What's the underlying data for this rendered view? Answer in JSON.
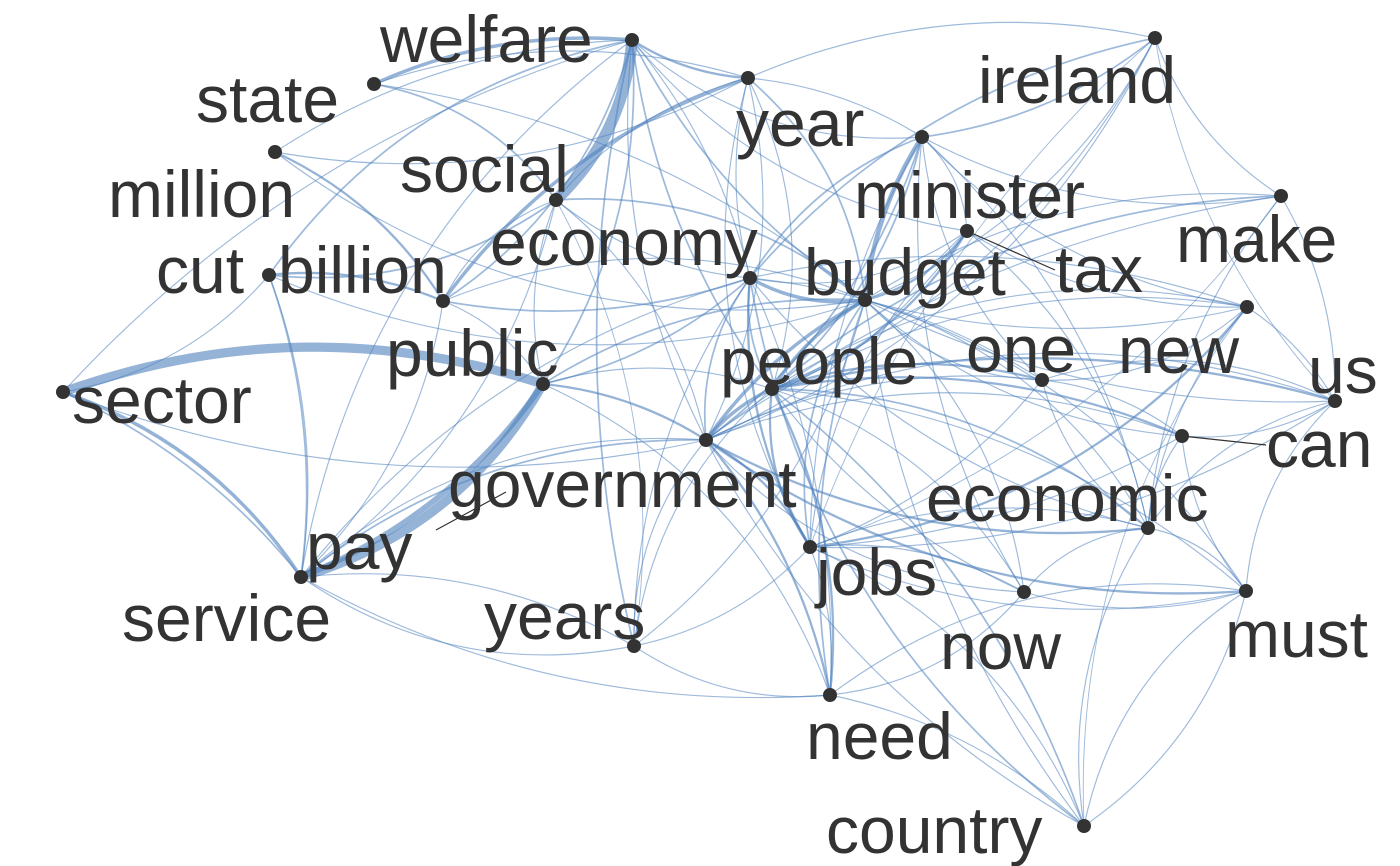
{
  "colors": {
    "edge": "#4f81bd",
    "node": "#333333",
    "label": "#333333",
    "background": "#ffffff"
  },
  "nodes": [
    {
      "id": "welfare",
      "label": "welfare"
    },
    {
      "id": "state",
      "label": "state"
    },
    {
      "id": "year",
      "label": "year"
    },
    {
      "id": "ireland",
      "label": "ireland"
    },
    {
      "id": "million",
      "label": "million"
    },
    {
      "id": "social",
      "label": "social"
    },
    {
      "id": "minister",
      "label": "minister"
    },
    {
      "id": "make",
      "label": "make"
    },
    {
      "id": "economy",
      "label": "economy"
    },
    {
      "id": "tax",
      "label": "tax"
    },
    {
      "id": "cut",
      "label": "cut"
    },
    {
      "id": "billion",
      "label": "billion"
    },
    {
      "id": "budget",
      "label": "budget"
    },
    {
      "id": "new",
      "label": "new"
    },
    {
      "id": "public",
      "label": "public"
    },
    {
      "id": "people",
      "label": "people"
    },
    {
      "id": "one",
      "label": "one"
    },
    {
      "id": "us",
      "label": "us"
    },
    {
      "id": "sector",
      "label": "sector"
    },
    {
      "id": "can",
      "label": "can"
    },
    {
      "id": "government",
      "label": "government"
    },
    {
      "id": "economic",
      "label": "economic"
    },
    {
      "id": "pay",
      "label": "pay"
    },
    {
      "id": "jobs",
      "label": "jobs"
    },
    {
      "id": "now",
      "label": "now"
    },
    {
      "id": "must",
      "label": "must"
    },
    {
      "id": "service",
      "label": "service"
    },
    {
      "id": "years",
      "label": "years"
    },
    {
      "id": "need",
      "label": "need"
    },
    {
      "id": "country",
      "label": "country"
    }
  ],
  "edges": [
    {
      "source": "social",
      "target": "welfare",
      "weight": 10
    },
    {
      "source": "public",
      "target": "sector",
      "weight": 8
    },
    {
      "source": "public",
      "target": "service",
      "weight": 8
    },
    {
      "source": "pay",
      "target": "public",
      "weight": 5
    },
    {
      "source": "service",
      "target": "sector",
      "weight": 3
    },
    {
      "source": "budget",
      "target": "minister",
      "weight": 4
    },
    {
      "source": "people",
      "target": "budget",
      "weight": 3
    },
    {
      "source": "government",
      "target": "people",
      "weight": 3
    },
    {
      "source": "government",
      "target": "budget",
      "weight": 3
    },
    {
      "source": "economy",
      "target": "budget",
      "weight": 3
    },
    {
      "source": "welfare",
      "target": "state",
      "weight": 3
    },
    {
      "source": "welfare",
      "target": "year",
      "weight": 2
    },
    {
      "source": "billion",
      "target": "cut",
      "weight": 2
    },
    {
      "source": "billion",
      "target": "million",
      "weight": 2
    },
    {
      "source": "billion",
      "target": "year",
      "weight": 3
    },
    {
      "source": "tax",
      "target": "budget",
      "weight": 2
    },
    {
      "source": "tax",
      "target": "people",
      "weight": 2
    },
    {
      "source": "economic",
      "target": "government",
      "weight": 2
    },
    {
      "source": "jobs",
      "target": "economy",
      "weight": 2
    },
    {
      "source": "jobs",
      "target": "government",
      "weight": 2
    },
    {
      "source": "need",
      "target": "people",
      "weight": 2
    },
    {
      "source": "need",
      "target": "government",
      "weight": 2
    },
    {
      "source": "one",
      "target": "people",
      "weight": 2
    },
    {
      "source": "new",
      "target": "jobs",
      "weight": 2
    },
    {
      "source": "us",
      "target": "people",
      "weight": 2
    },
    {
      "source": "can",
      "target": "people",
      "weight": 2
    },
    {
      "source": "must",
      "target": "government",
      "weight": 2
    },
    {
      "source": "make",
      "target": "people",
      "weight": 1.5
    },
    {
      "source": "ireland",
      "target": "economy",
      "weight": 1.5
    },
    {
      "source": "ireland",
      "target": "minister",
      "weight": 1.5
    },
    {
      "source": "country",
      "target": "economy",
      "weight": 1.5
    },
    {
      "source": "country",
      "target": "people",
      "weight": 1.5
    },
    {
      "source": "years",
      "target": "welfare",
      "weight": 1.5
    },
    {
      "source": "years",
      "target": "budget",
      "weight": 1
    },
    {
      "source": "now",
      "target": "budget",
      "weight": 1
    },
    {
      "source": "now",
      "target": "people",
      "weight": 1
    },
    {
      "source": "state",
      "target": "social",
      "weight": 1.5
    },
    {
      "source": "state",
      "target": "budget",
      "weight": 1
    },
    {
      "source": "state",
      "target": "year",
      "weight": 1
    },
    {
      "source": "million",
      "target": "budget",
      "weight": 1
    },
    {
      "source": "million",
      "target": "year",
      "weight": 1
    },
    {
      "source": "million",
      "target": "welfare",
      "weight": 1
    },
    {
      "source": "cut",
      "target": "social",
      "weight": 1.5
    },
    {
      "source": "cut",
      "target": "welfare",
      "weight": 1.5
    },
    {
      "source": "cut",
      "target": "budget",
      "weight": 1
    },
    {
      "source": "cut",
      "target": "pay",
      "weight": 1.5
    },
    {
      "source": "cut",
      "target": "sector",
      "weight": 1
    },
    {
      "source": "sector",
      "target": "government",
      "weight": 1
    },
    {
      "source": "sector",
      "target": "welfare",
      "weight": 1
    },
    {
      "source": "sector",
      "target": "pay",
      "weight": 1.5
    },
    {
      "source": "service",
      "target": "government",
      "weight": 1.5
    },
    {
      "source": "service",
      "target": "years",
      "weight": 1
    },
    {
      "source": "service",
      "target": "need",
      "weight": 1
    },
    {
      "source": "service",
      "target": "cut",
      "weight": 1
    },
    {
      "source": "public",
      "target": "government",
      "weight": 2
    },
    {
      "source": "public",
      "target": "economy",
      "weight": 1.5
    },
    {
      "source": "public",
      "target": "budget",
      "weight": 1.5
    },
    {
      "source": "public",
      "target": "welfare",
      "weight": 1.5
    },
    {
      "source": "public",
      "target": "social",
      "weight": 1
    },
    {
      "source": "public",
      "target": "people",
      "weight": 1
    },
    {
      "source": "billion",
      "target": "social",
      "weight": 1
    },
    {
      "source": "billion",
      "target": "economy",
      "weight": 1.5
    },
    {
      "source": "billion",
      "target": "budget",
      "weight": 1
    },
    {
      "source": "billion",
      "target": "welfare",
      "weight": 1.5
    },
    {
      "source": "billion",
      "target": "public",
      "weight": 1
    },
    {
      "source": "social",
      "target": "economy",
      "weight": 1
    },
    {
      "source": "social",
      "target": "budget",
      "weight": 1.5
    },
    {
      "source": "social",
      "target": "year",
      "weight": 1
    },
    {
      "source": "social",
      "target": "government",
      "weight": 1
    },
    {
      "source": "welfare",
      "target": "budget",
      "weight": 1.5
    },
    {
      "source": "welfare",
      "target": "minister",
      "weight": 1
    },
    {
      "source": "welfare",
      "target": "people",
      "weight": 1.5
    },
    {
      "source": "welfare",
      "target": "economy",
      "weight": 1
    },
    {
      "source": "welfare",
      "target": "government",
      "weight": 1
    },
    {
      "source": "welfare",
      "target": "tax",
      "weight": 1
    },
    {
      "source": "year",
      "target": "budget",
      "weight": 1.5
    },
    {
      "source": "year",
      "target": "minister",
      "weight": 1
    },
    {
      "source": "year",
      "target": "economy",
      "weight": 1
    },
    {
      "source": "year",
      "target": "people",
      "weight": 1
    },
    {
      "source": "year",
      "target": "jobs",
      "weight": 1
    },
    {
      "source": "year",
      "target": "government",
      "weight": 1
    },
    {
      "source": "year",
      "target": "ireland",
      "weight": 1
    },
    {
      "source": "ireland",
      "target": "people",
      "weight": 1
    },
    {
      "source": "ireland",
      "target": "budget",
      "weight": 1
    },
    {
      "source": "ireland",
      "target": "make",
      "weight": 1
    },
    {
      "source": "ireland",
      "target": "us",
      "weight": 0.8
    },
    {
      "source": "ireland",
      "target": "government",
      "weight": 1
    },
    {
      "source": "ireland",
      "target": "jobs",
      "weight": 0.8
    },
    {
      "source": "minister",
      "target": "tax",
      "weight": 1
    },
    {
      "source": "minister",
      "target": "people",
      "weight": 1.5
    },
    {
      "source": "minister",
      "target": "government",
      "weight": 1.5
    },
    {
      "source": "minister",
      "target": "economy",
      "weight": 1.5
    },
    {
      "source": "minister",
      "target": "make",
      "weight": 1
    },
    {
      "source": "minister",
      "target": "new",
      "weight": 1
    },
    {
      "source": "minister",
      "target": "one",
      "weight": 1
    },
    {
      "source": "minister",
      "target": "economic",
      "weight": 1
    },
    {
      "source": "minister",
      "target": "now",
      "weight": 1
    },
    {
      "source": "minister",
      "target": "jobs",
      "weight": 1
    },
    {
      "source": "make",
      "target": "budget",
      "weight": 1
    },
    {
      "source": "make",
      "target": "government",
      "weight": 1
    },
    {
      "source": "make",
      "target": "economic",
      "weight": 1
    },
    {
      "source": "make",
      "target": "us",
      "weight": 1
    },
    {
      "source": "make",
      "target": "jobs",
      "weight": 0.8
    },
    {
      "source": "economy",
      "target": "people",
      "weight": 1.5
    },
    {
      "source": "economy",
      "target": "government",
      "weight": 1.5
    },
    {
      "source": "economy",
      "target": "economic",
      "weight": 1
    },
    {
      "source": "economy",
      "target": "new",
      "weight": 1
    },
    {
      "source": "economy",
      "target": "one",
      "weight": 1
    },
    {
      "source": "economy",
      "target": "need",
      "weight": 1
    },
    {
      "source": "economy",
      "target": "tax",
      "weight": 1
    },
    {
      "source": "tax",
      "target": "government",
      "weight": 1
    },
    {
      "source": "tax",
      "target": "economic",
      "weight": 1
    },
    {
      "source": "tax",
      "target": "jobs",
      "weight": 1
    },
    {
      "source": "tax",
      "target": "new",
      "weight": 1
    },
    {
      "source": "budget",
      "target": "jobs",
      "weight": 1.5
    },
    {
      "source": "budget",
      "target": "economic",
      "weight": 1
    },
    {
      "source": "budget",
      "target": "one",
      "weight": 1
    },
    {
      "source": "budget",
      "target": "new",
      "weight": 1
    },
    {
      "source": "budget",
      "target": "must",
      "weight": 1
    },
    {
      "source": "budget",
      "target": "can",
      "weight": 1
    },
    {
      "source": "budget",
      "target": "need",
      "weight": 1.5
    },
    {
      "source": "budget",
      "target": "country",
      "weight": 1
    },
    {
      "source": "budget",
      "target": "us",
      "weight": 1
    },
    {
      "source": "new",
      "target": "people",
      "weight": 1
    },
    {
      "source": "new",
      "target": "government",
      "weight": 1
    },
    {
      "source": "new",
      "target": "economic",
      "weight": 1
    },
    {
      "source": "new",
      "target": "one",
      "weight": 1
    },
    {
      "source": "new",
      "target": "us",
      "weight": 1
    },
    {
      "source": "one",
      "target": "government",
      "weight": 1
    },
    {
      "source": "one",
      "target": "jobs",
      "weight": 1
    },
    {
      "source": "one",
      "target": "economic",
      "weight": 1
    },
    {
      "source": "one",
      "target": "us",
      "weight": 1
    },
    {
      "source": "one",
      "target": "can",
      "weight": 1
    },
    {
      "source": "us",
      "target": "government",
      "weight": 1
    },
    {
      "source": "us",
      "target": "economic",
      "weight": 1
    },
    {
      "source": "us",
      "target": "jobs",
      "weight": 1
    },
    {
      "source": "us",
      "target": "can",
      "weight": 1
    },
    {
      "source": "us",
      "target": "must",
      "weight": 1
    },
    {
      "source": "can",
      "target": "government",
      "weight": 1
    },
    {
      "source": "can",
      "target": "jobs",
      "weight": 1
    },
    {
      "source": "can",
      "target": "must",
      "weight": 1
    },
    {
      "source": "can",
      "target": "economic",
      "weight": 1
    },
    {
      "source": "people",
      "target": "jobs",
      "weight": 2
    },
    {
      "source": "people",
      "target": "economic",
      "weight": 1.5
    },
    {
      "source": "people",
      "target": "must",
      "weight": 1
    },
    {
      "source": "people",
      "target": "now",
      "weight": 1
    },
    {
      "source": "people",
      "target": "years",
      "weight": 1
    },
    {
      "source": "government",
      "target": "now",
      "weight": 1
    },
    {
      "source": "government",
      "target": "years",
      "weight": 1
    },
    {
      "source": "government",
      "target": "country",
      "weight": 1
    },
    {
      "source": "government",
      "target": "pay",
      "weight": 1
    },
    {
      "source": "economic",
      "target": "jobs",
      "weight": 1
    },
    {
      "source": "economic",
      "target": "must",
      "weight": 1
    },
    {
      "source": "economic",
      "target": "now",
      "weight": 1
    },
    {
      "source": "economic",
      "target": "country",
      "weight": 1
    },
    {
      "source": "jobs",
      "target": "need",
      "weight": 1
    },
    {
      "source": "jobs",
      "target": "now",
      "weight": 1
    },
    {
      "source": "jobs",
      "target": "must",
      "weight": 1
    },
    {
      "source": "jobs",
      "target": "years",
      "weight": 1
    },
    {
      "source": "jobs",
      "target": "country",
      "weight": 1
    },
    {
      "source": "now",
      "target": "must",
      "weight": 1
    },
    {
      "source": "now",
      "target": "need",
      "weight": 1
    },
    {
      "source": "must",
      "target": "need",
      "weight": 1
    },
    {
      "source": "must",
      "target": "country",
      "weight": 1
    },
    {
      "source": "need",
      "target": "country",
      "weight": 1
    },
    {
      "source": "need",
      "target": "years",
      "weight": 1
    },
    {
      "source": "need",
      "target": "public",
      "weight": 1
    },
    {
      "source": "country",
      "target": "must",
      "weight": 1
    },
    {
      "source": "country",
      "target": "new",
      "weight": 0.8
    },
    {
      "source": "pay",
      "target": "years",
      "weight": 1
    },
    {
      "source": "pay",
      "target": "social",
      "weight": 1
    },
    {
      "source": "pay",
      "target": "welfare",
      "weight": 1
    },
    {
      "source": "pay",
      "target": "billion",
      "weight": 1
    },
    {
      "source": "pay",
      "target": "economy",
      "weight": 1
    },
    {
      "source": "years",
      "target": "economy",
      "weight": 1
    },
    {
      "source": "years",
      "target": "social",
      "weight": 0.8
    }
  ]
}
